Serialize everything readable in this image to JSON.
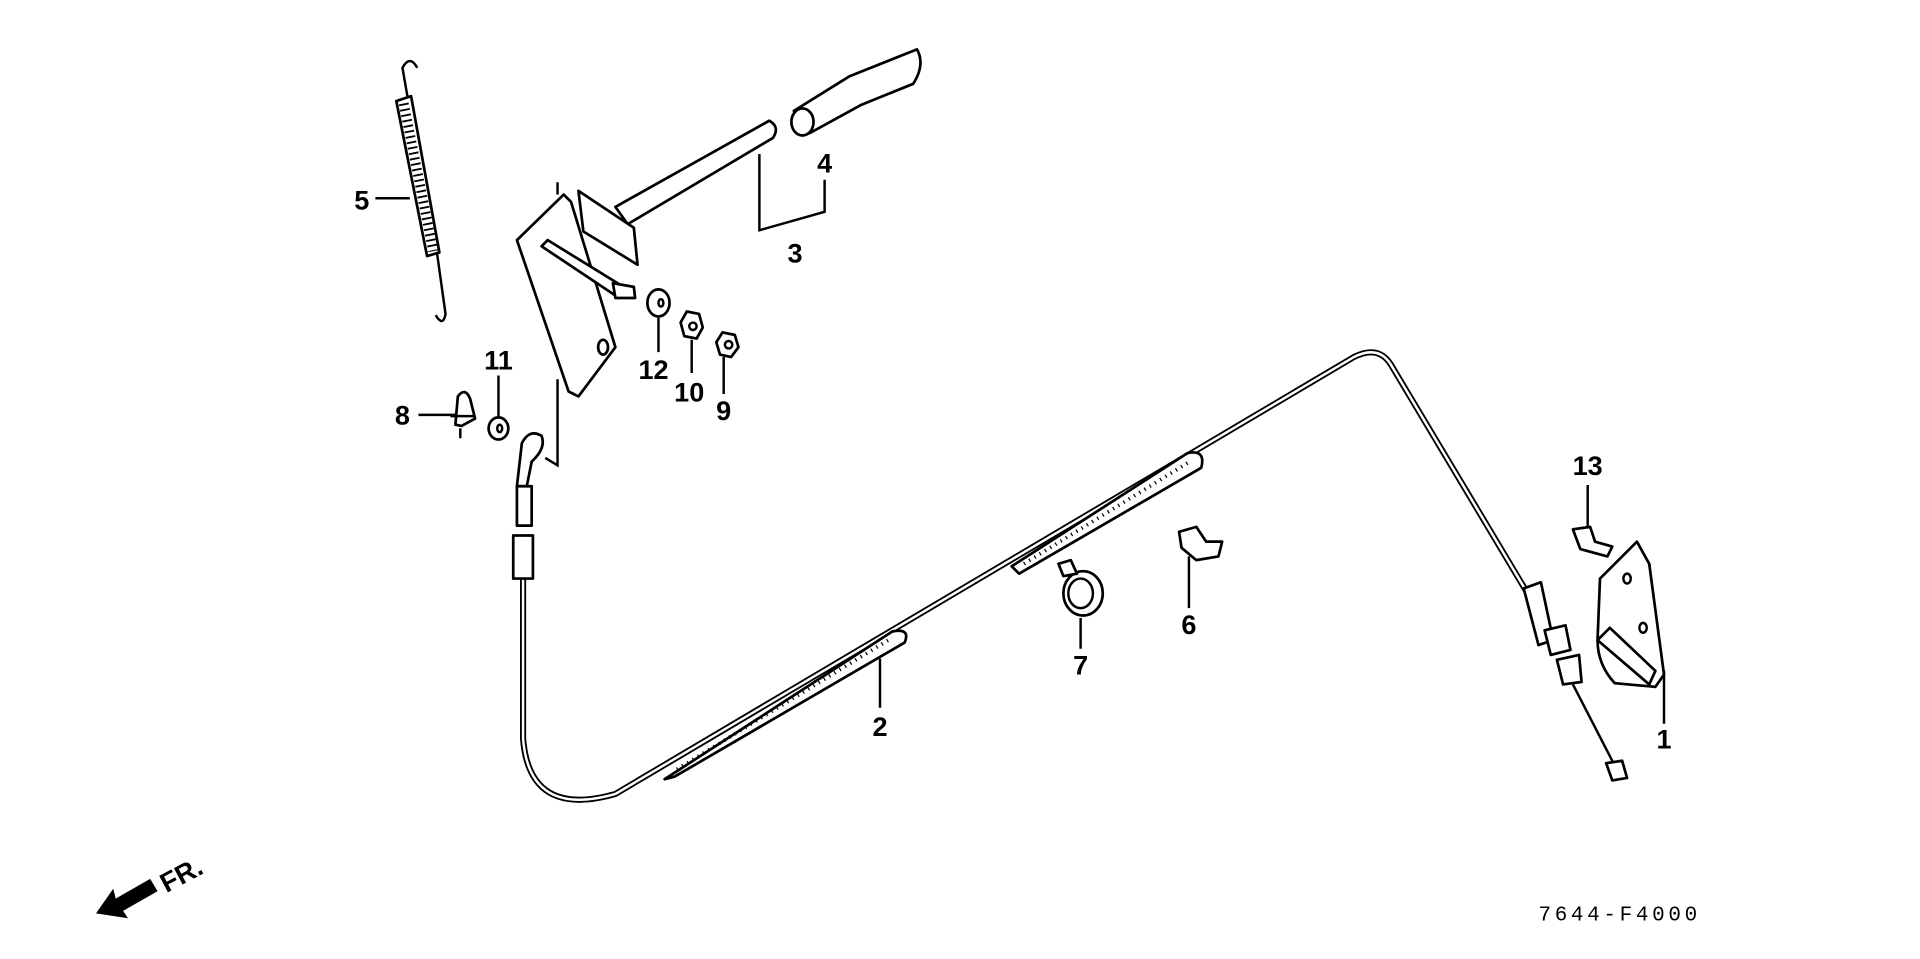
{
  "diagram": {
    "labels": {
      "p1": "1",
      "p2": "2",
      "p3": "3",
      "p4": "4",
      "p5": "5",
      "p6": "6",
      "p7": "7",
      "p8": "8",
      "p9": "9",
      "p10": "10",
      "p11": "11",
      "p12": "12",
      "p13": "13"
    },
    "front_arrow": "FR.",
    "diagram_code": "7644-F4000",
    "line_color": "#000000",
    "background": "#ffffff"
  }
}
